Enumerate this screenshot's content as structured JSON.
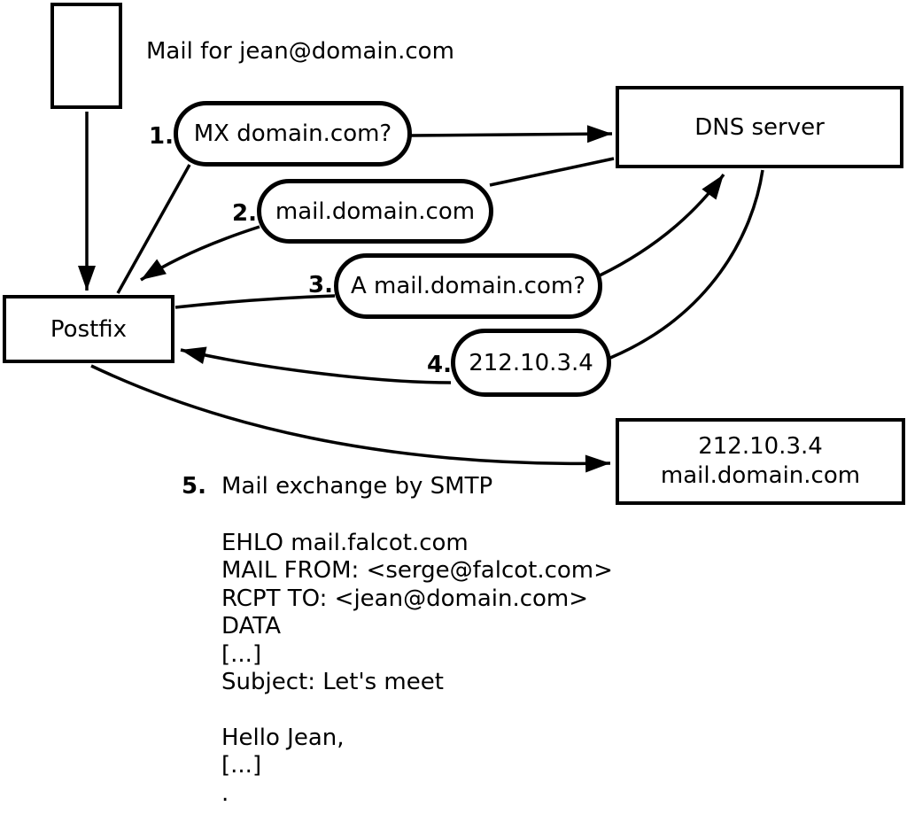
{
  "title": "Mail for jean@domain.com",
  "colors": {
    "stroke": "#000000",
    "background": "#ffffff"
  },
  "nodes": {
    "postfix": {
      "label": "Postfix"
    },
    "dns": {
      "label": "DNS server"
    },
    "target": {
      "line1": "212.10.3.4",
      "line2": "mail.domain.com"
    }
  },
  "steps": [
    {
      "num": "1.",
      "label": "MX domain.com?"
    },
    {
      "num": "2.",
      "label": "mail.domain.com"
    },
    {
      "num": "3.",
      "label": "A mail.domain.com?"
    },
    {
      "num": "4.",
      "label": "212.10.3.4"
    },
    {
      "num": "5.",
      "label": "Mail exchange by SMTP"
    }
  ],
  "smtp_session": {
    "lines": [
      "EHLO mail.falcot.com",
      "MAIL FROM: <serge@falcot.com>",
      "RCPT TO: <jean@domain.com>",
      "DATA",
      "[...]",
      "Subject: Let's meet",
      "",
      "Hello Jean,",
      "[...]",
      "."
    ]
  }
}
